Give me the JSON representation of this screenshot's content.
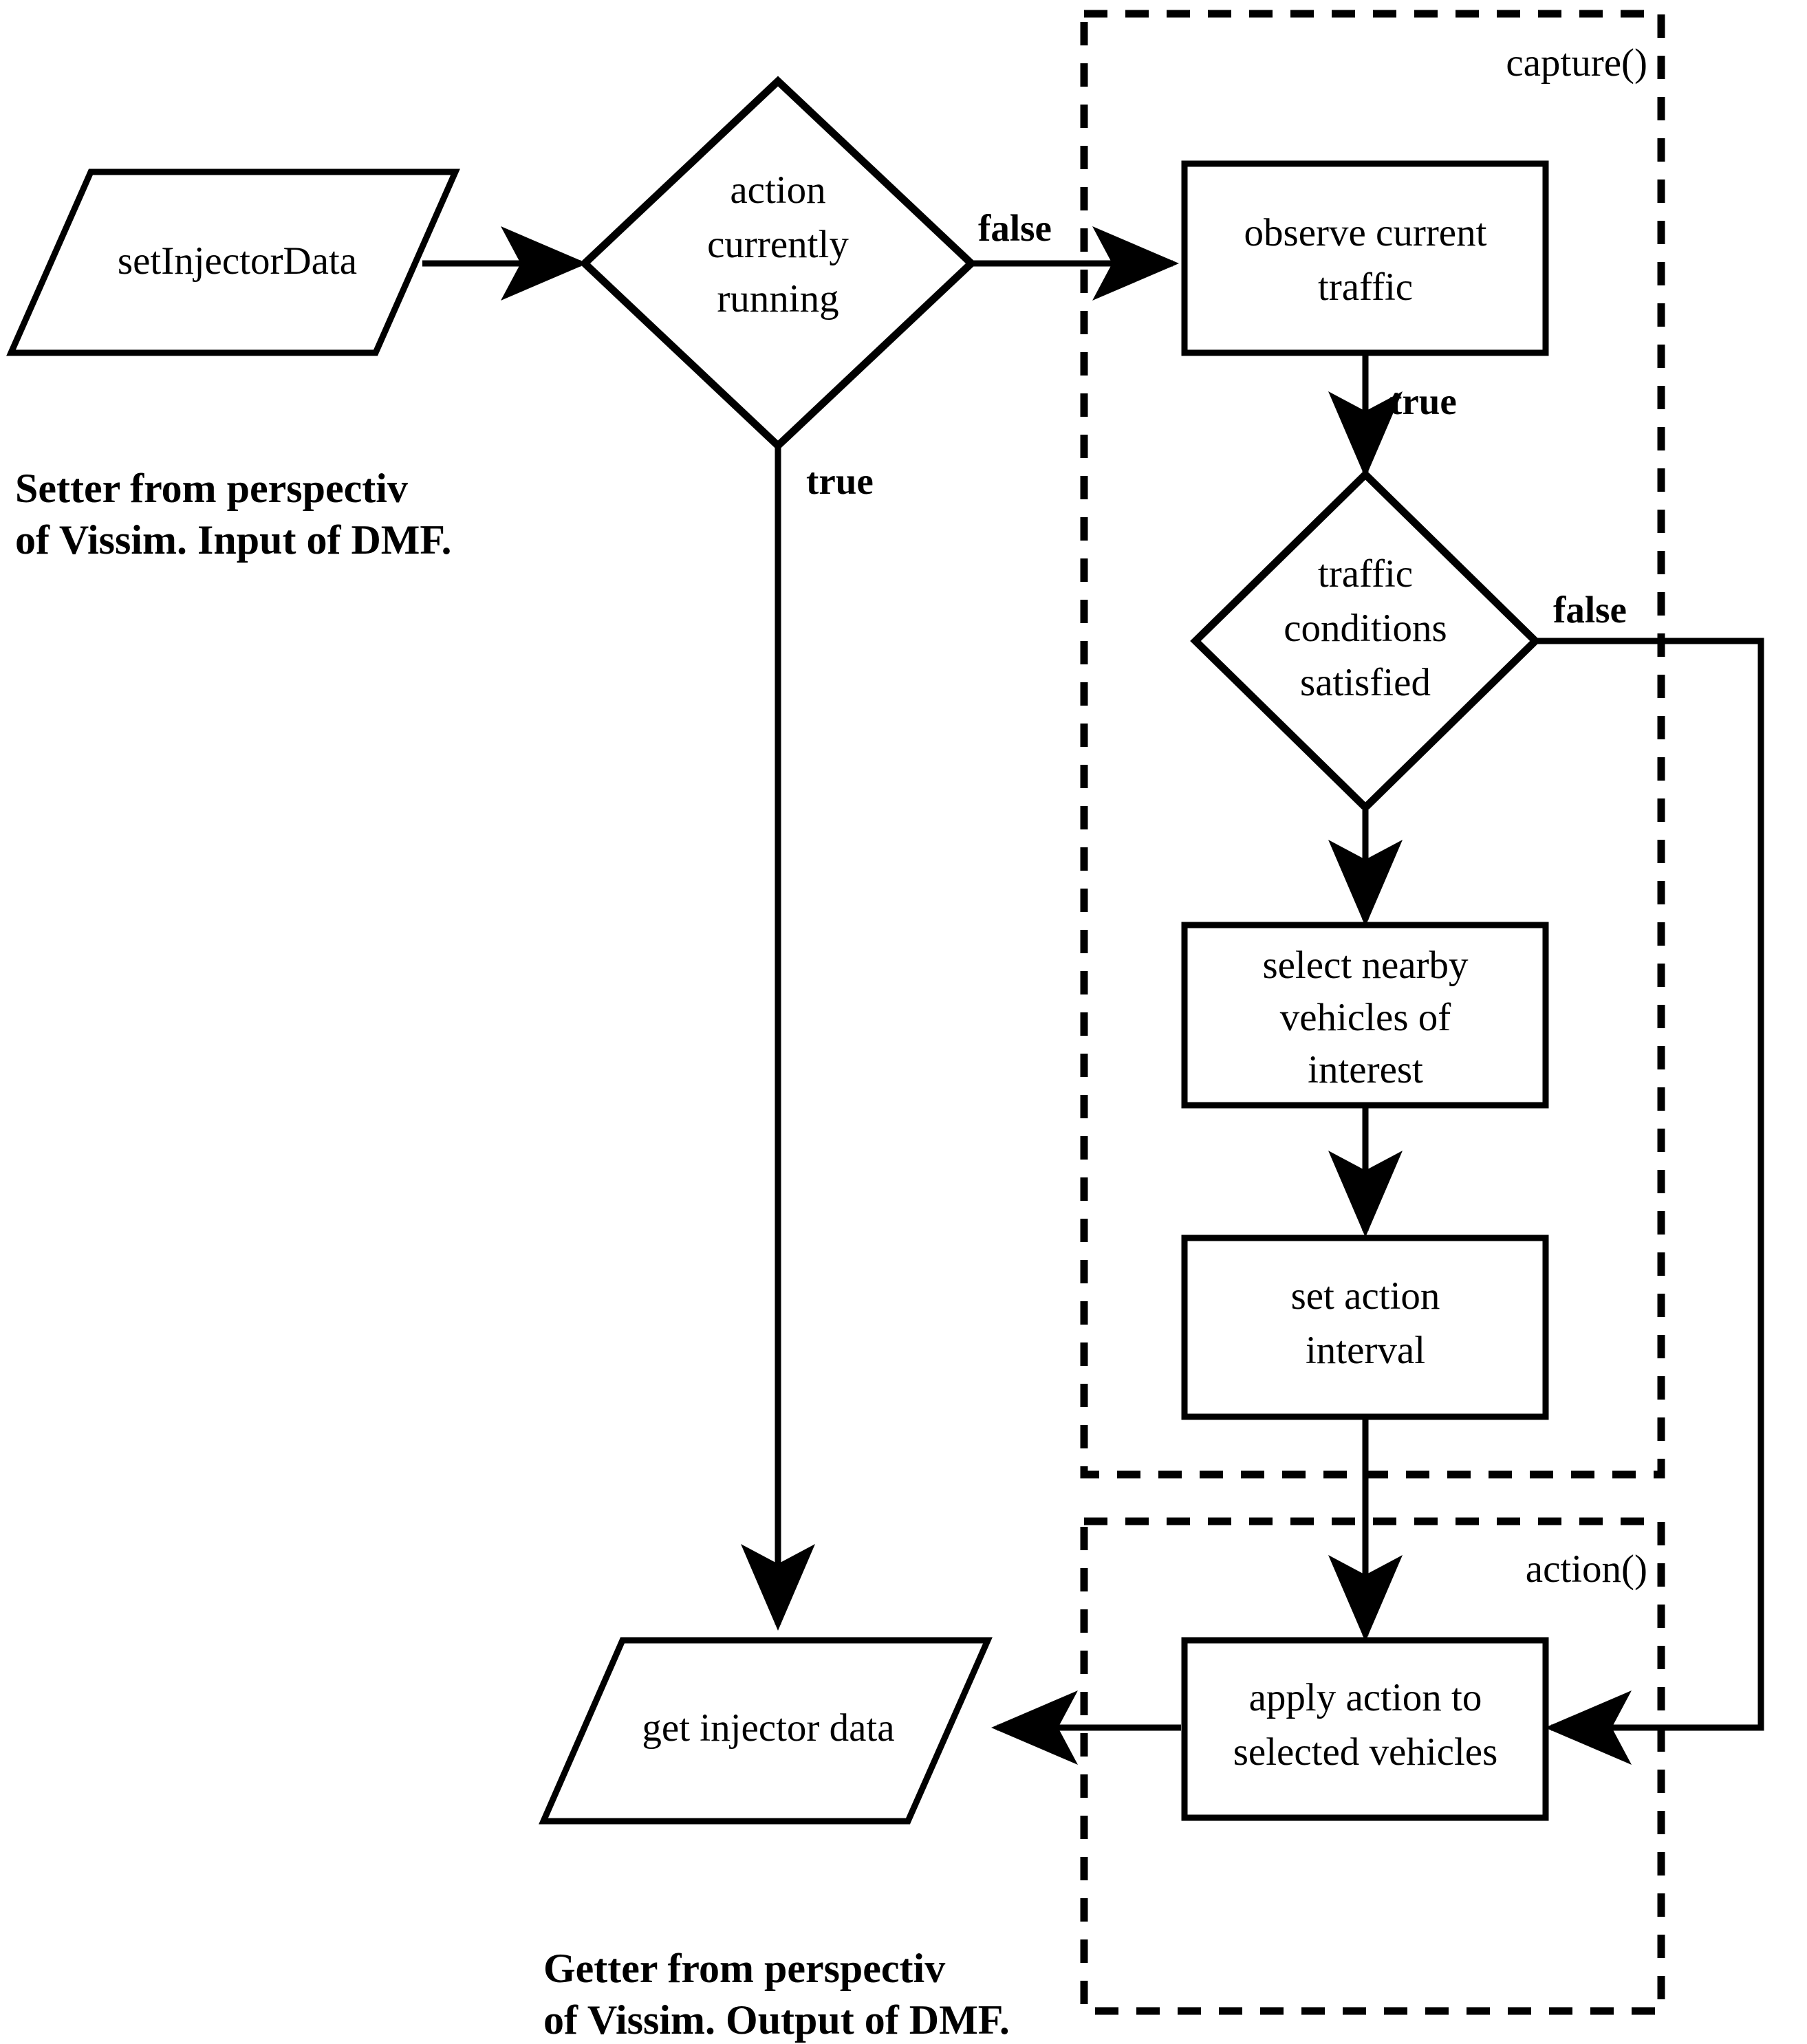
{
  "diagram": {
    "title": "DMF capture/action flowchart",
    "background_color": "#ffffff",
    "stroke_color": "#000000",
    "nodes": {
      "set_injector_data": "setInjectorData",
      "action_running_l1": "action",
      "action_running_l2": "currently",
      "action_running_l3": "running",
      "observe_traffic_l1": "observe current",
      "observe_traffic_l2": "traffic",
      "traffic_conditions_l1": "traffic",
      "traffic_conditions_l2": "conditions",
      "traffic_conditions_l3": "satisfied",
      "select_vehicles_l1": "select nearby",
      "select_vehicles_l2": "vehicles of",
      "select_vehicles_l3": "interest",
      "set_interval_l1": "set action",
      "set_interval_l2": "interval",
      "apply_action_l1": "apply action to",
      "apply_action_l2": "selected vehicles",
      "get_injector_data": "get injector data"
    },
    "groups": {
      "capture": "capture()",
      "action": "action()"
    },
    "edge_labels": {
      "decision1_false": "false",
      "decision1_true": "true",
      "observe_true": "true",
      "decision2_false": "false"
    },
    "captions": {
      "setter_line1": "Setter from perspectiv",
      "setter_line2": "of Vissim. Input of DMF.",
      "getter_line1": "Getter from perspectiv",
      "getter_line2": "of Vissim. Output of DMF."
    }
  }
}
